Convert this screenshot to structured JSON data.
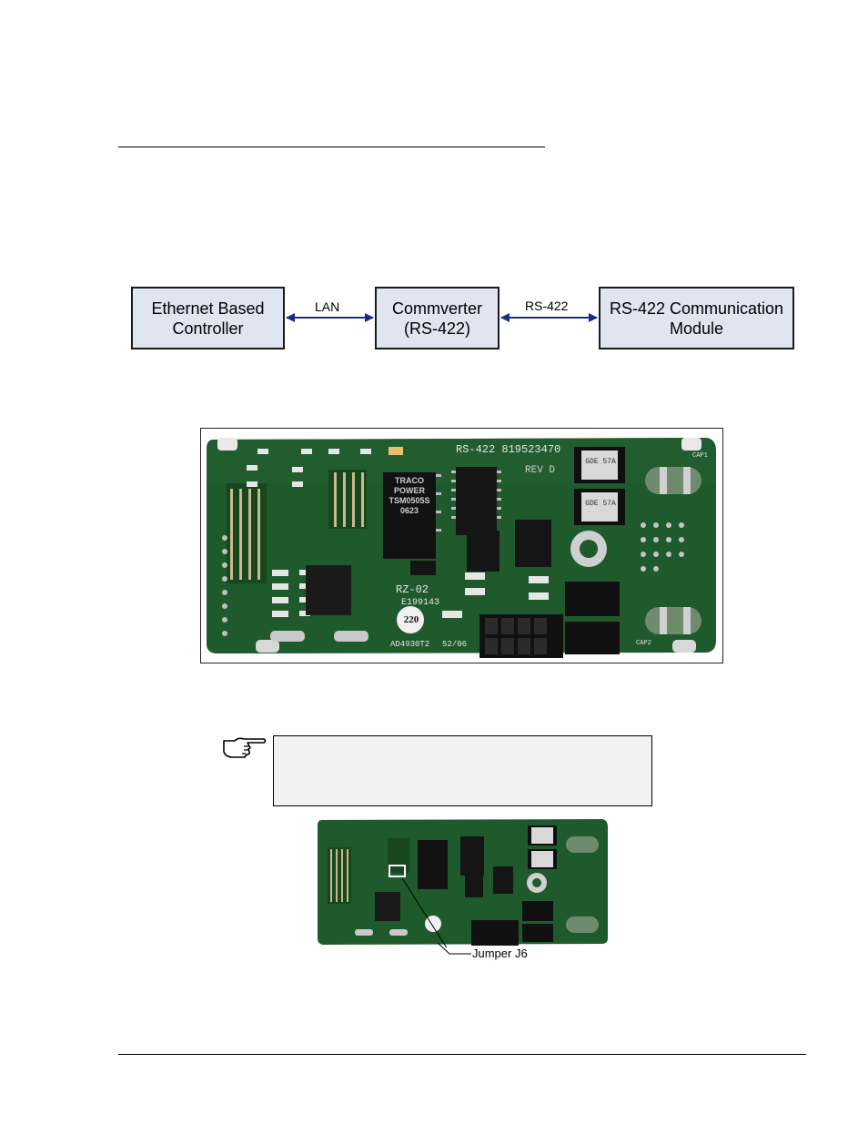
{
  "diagram": {
    "boxes": [
      {
        "label": "Ethernet Based\nController"
      },
      {
        "label": "Commverter\n(RS-422)"
      },
      {
        "label": "RS-422 Communication\nModule"
      }
    ],
    "connectors": [
      {
        "label": "LAN"
      },
      {
        "label": "RS-422"
      }
    ]
  },
  "board_photo": {
    "silkscreen_part": "RS-422 819523470",
    "silkscreen_rev": "REV D",
    "transformer_text": [
      "TRACO",
      "POWER",
      "TSM0505S",
      "0623"
    ],
    "board_id": "RZ-02",
    "ul_code": "E199143",
    "badge": "220",
    "code_bottom": "AD4930T2",
    "date_code": "52/06",
    "cap_top": "CAP1",
    "cap_bottom": "CAP2",
    "diode_text": "GDE 57A"
  },
  "note": {
    "icon": "pointing-hand-icon"
  },
  "jumper_photo": {
    "callout_label": "Jumper J6"
  }
}
